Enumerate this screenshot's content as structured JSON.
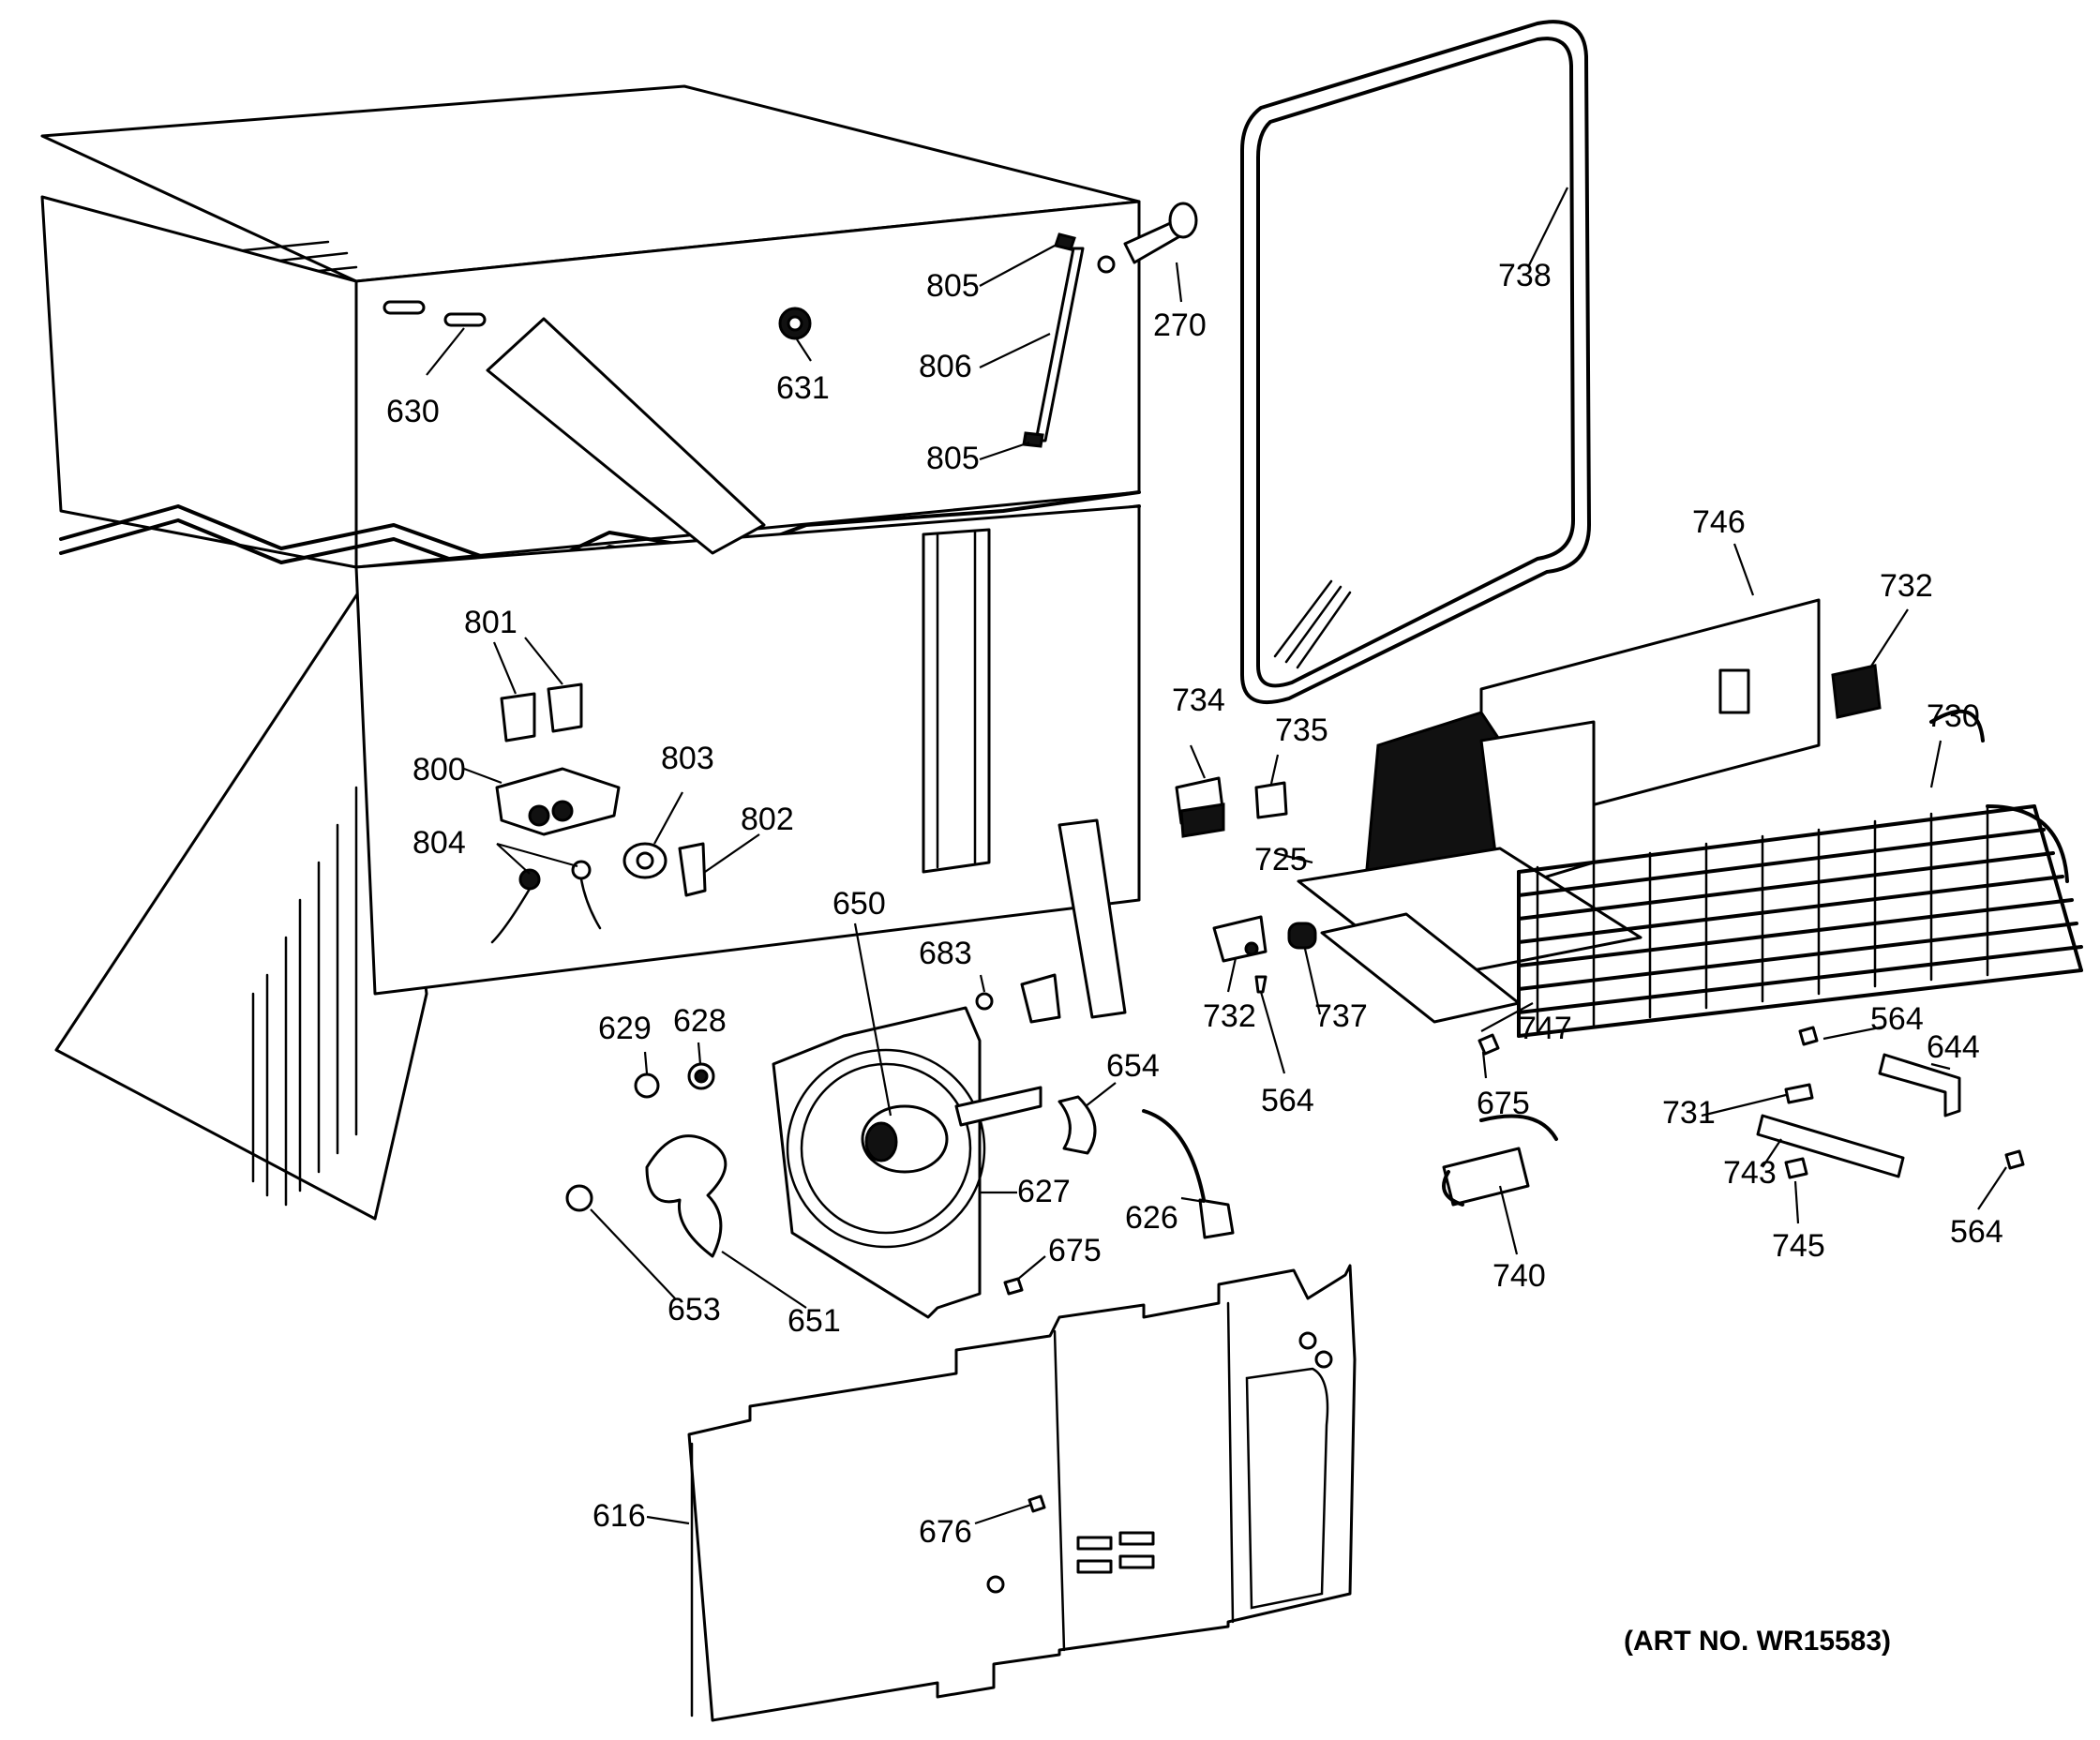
{
  "art_number": "(ART NO. WR15583)",
  "callouts": {
    "c805a": "805",
    "c270": "270",
    "c806": "806",
    "c805b": "805",
    "c630": "630",
    "c631": "631",
    "c738": "738",
    "c746": "746",
    "c732a": "732",
    "c734": "734",
    "c735": "735",
    "c730": "730",
    "c725": "725",
    "c801": "801",
    "c800": "800",
    "c803": "803",
    "c802": "802",
    "c804": "804",
    "c683": "683",
    "c650": "650",
    "c629": "629",
    "c628": "628",
    "c654": "654",
    "c732b": "732",
    "c737": "737",
    "c564a": "564",
    "c747": "747",
    "c675a": "675",
    "c564b": "564",
    "c644": "644",
    "c731": "731",
    "c743": "743",
    "c745": "745",
    "c564c": "564",
    "c627": "627",
    "c626": "626",
    "c740": "740",
    "c675b": "675",
    "c653": "653",
    "c651": "651",
    "c616": "616",
    "c676": "676"
  }
}
